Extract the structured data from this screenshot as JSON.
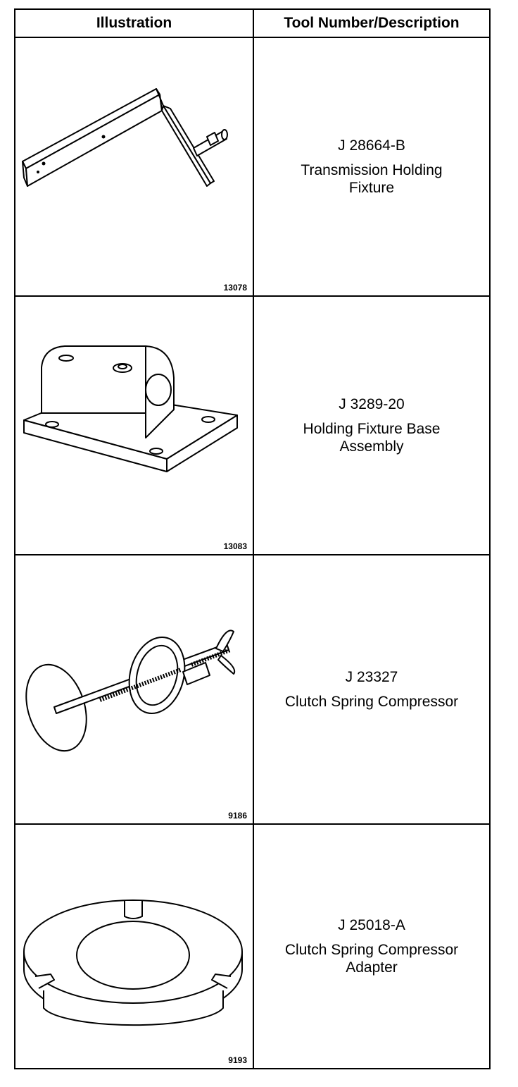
{
  "header": {
    "illustration_label": "Illustration",
    "description_label": "Tool Number/Description"
  },
  "tools": [
    {
      "tool_number": "J 28664-B",
      "description": "Transmission Holding\nFixture",
      "figure_number": "13078",
      "icon": "transmission-holding-fixture-drawing"
    },
    {
      "tool_number": "J 3289-20",
      "description": "Holding Fixture Base\nAssembly",
      "figure_number": "13083",
      "icon": "holding-fixture-base-drawing"
    },
    {
      "tool_number": "J 23327",
      "description": "Clutch Spring Compressor",
      "figure_number": "9186",
      "icon": "clutch-spring-compressor-drawing"
    },
    {
      "tool_number": "J 25018-A",
      "description": "Clutch Spring Compressor\nAdapter",
      "figure_number": "9193",
      "icon": "compressor-adapter-drawing"
    }
  ]
}
